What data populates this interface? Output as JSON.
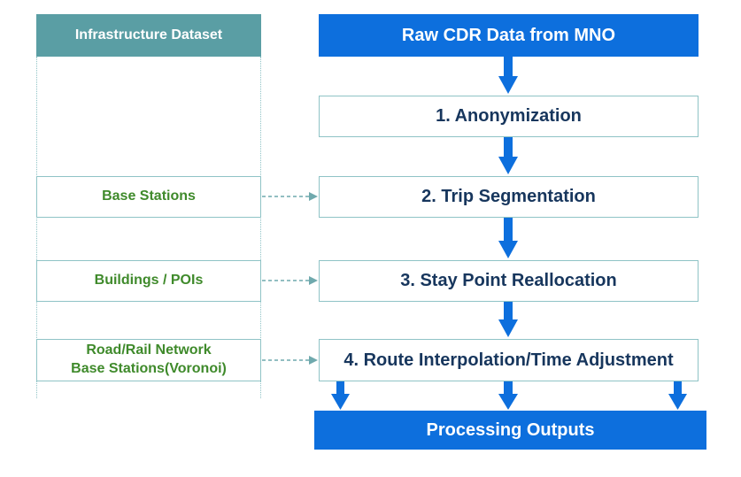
{
  "infrastructure": {
    "header": "Infrastructure Dataset",
    "inputs": [
      {
        "label": "Base Stations"
      },
      {
        "label": "Buildings / POIs"
      },
      {
        "label_line1": "Road/Rail Network",
        "label_line2": "Base Stations(Voronoi)"
      }
    ]
  },
  "pipeline": {
    "source": "Raw CDR Data from MNO",
    "steps": [
      "1. Anonymization",
      "2.  Trip Segmentation",
      "3. Stay Point Reallocation",
      "4. Route Interpolation/Time Adjustment"
    ],
    "output": "Processing Outputs"
  },
  "colors": {
    "primary_blue": "#0d6fdd",
    "teal_header": "#5a9ea4",
    "teal_border": "#8fc3c6",
    "input_text_green": "#3f8a2b",
    "step_text_navy": "#17365d"
  }
}
